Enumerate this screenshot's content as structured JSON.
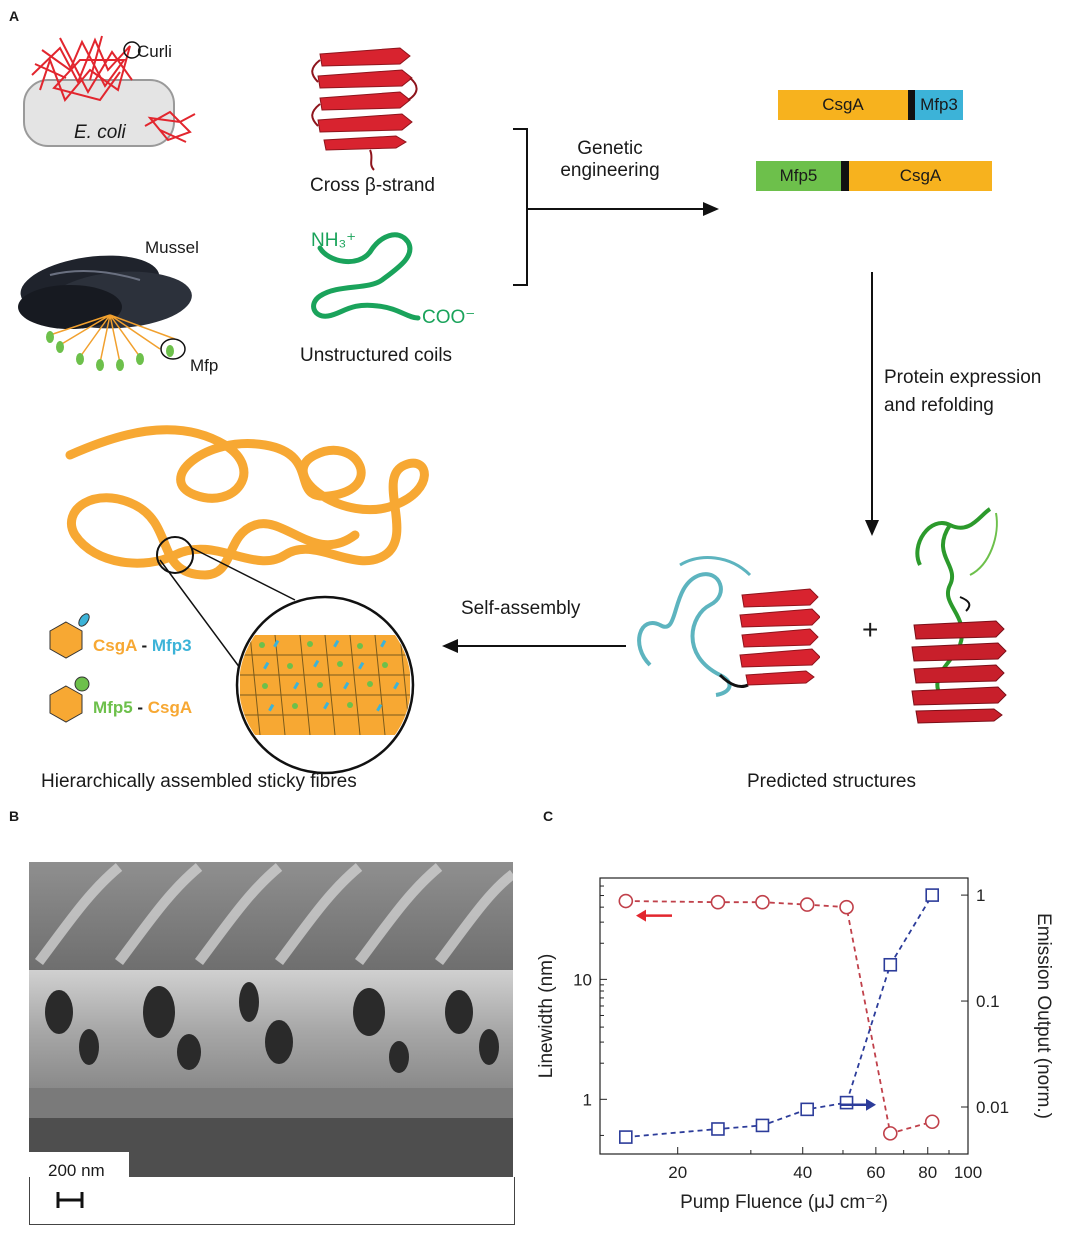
{
  "panel_a": {
    "letter": "A",
    "curli": "Curli",
    "ecoli": "E. coli",
    "cross_beta": "Cross β-strand",
    "mussel": "Mussel",
    "mfp": "Mfp",
    "nh3": "NH₃⁺",
    "coo": "COO⁻",
    "unstructured": "Unstructured coils",
    "genetic_line1": "Genetic",
    "genetic_line2": "engineering",
    "construct1": {
      "left": "CsgA",
      "right": "Mfp3"
    },
    "construct2": {
      "left": "Mfp5",
      "right": "CsgA"
    },
    "expression_line1": "Protein expression",
    "expression_line2": "and refolding",
    "plus": "+",
    "predicted": "Predicted structures",
    "self_assembly": "Self-assembly",
    "legend1": {
      "a": "CsgA",
      "sep": " - ",
      "b": "Mfp3"
    },
    "legend2": {
      "a": "Mfp5",
      "sep": " - ",
      "b": "CsgA"
    },
    "hierarchical": "Hierarchically assembled sticky fibres",
    "colors": {
      "red": "#e2262e",
      "green": "#1aa35b",
      "orange": "#f7a833",
      "blue": "#3cb3d8",
      "light_green": "#6dc04b"
    }
  },
  "panel_b": {
    "letter": "B",
    "scale": "200 nm"
  },
  "panel_c": {
    "letter": "C",
    "xlabel": "Pump Fluence (μJ cm⁻²)",
    "ylabel_left": "Linewidth (nm)",
    "ylabel_right": "Emission Output (norm.)"
  },
  "chart_data": {
    "type": "scatter",
    "xlabel": "Pump Fluence (μJ cm⁻²)",
    "x_scale": "log",
    "xlim": [
      13,
      100
    ],
    "x_ticks": [
      20,
      40,
      60,
      80,
      100
    ],
    "y_left": {
      "label": "Linewidth (nm)",
      "scale": "log",
      "lim": [
        0.35,
        70
      ],
      "ticks": [
        "1",
        "10"
      ]
    },
    "y_right": {
      "label": "Emission Output (norm.)",
      "scale": "log",
      "lim": [
        0.0036,
        1.45
      ],
      "ticks": [
        "0.01",
        "0.1",
        "1"
      ]
    },
    "series": [
      {
        "axis": "left",
        "marker": "circle",
        "color": "#c0404a",
        "x": [
          15,
          25,
          32,
          41,
          51,
          65,
          82
        ],
        "y": [
          45,
          44,
          44,
          42,
          40,
          0.52,
          0.65
        ]
      },
      {
        "axis": "right",
        "marker": "square",
        "color": "#2c3c9a",
        "x": [
          15,
          25,
          32,
          41,
          51,
          65,
          82
        ],
        "y": [
          0.0052,
          0.0062,
          0.0067,
          0.0095,
          0.011,
          0.22,
          1.0
        ]
      }
    ],
    "grid": false
  }
}
